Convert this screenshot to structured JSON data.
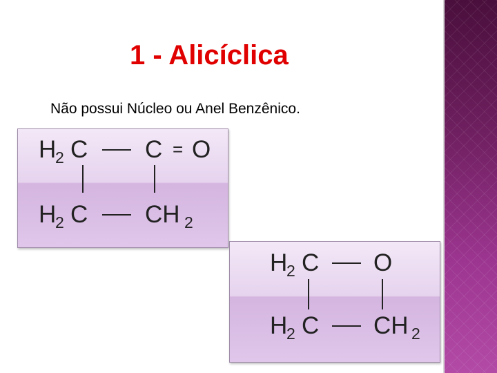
{
  "slide": {
    "title": "1 - Alicíclica",
    "subtitle": "Não possui Núcleo ou Anel Benzênico."
  },
  "structure_1": {
    "top_left_H": "H",
    "top_left_sub": "2",
    "top_left_C": "C",
    "top_right_C": "C",
    "double_bond": "=",
    "top_right_O": "O",
    "bottom_left_H": "H",
    "bottom_left_sub": "2",
    "bottom_left_C": "C",
    "bottom_right_CH": "CH",
    "bottom_right_sub": "2"
  },
  "structure_2": {
    "top_left_H": "H",
    "top_left_sub": "2",
    "top_left_C": "C",
    "top_right_O": "O",
    "bottom_left_H": "H",
    "bottom_left_sub": "2",
    "bottom_left_C": "C",
    "bottom_right_CH": "CH",
    "bottom_right_sub": "2"
  },
  "colors": {
    "title": "#e00000",
    "side_band": "#7a2468",
    "box_fill": "#e6d3ee"
  }
}
